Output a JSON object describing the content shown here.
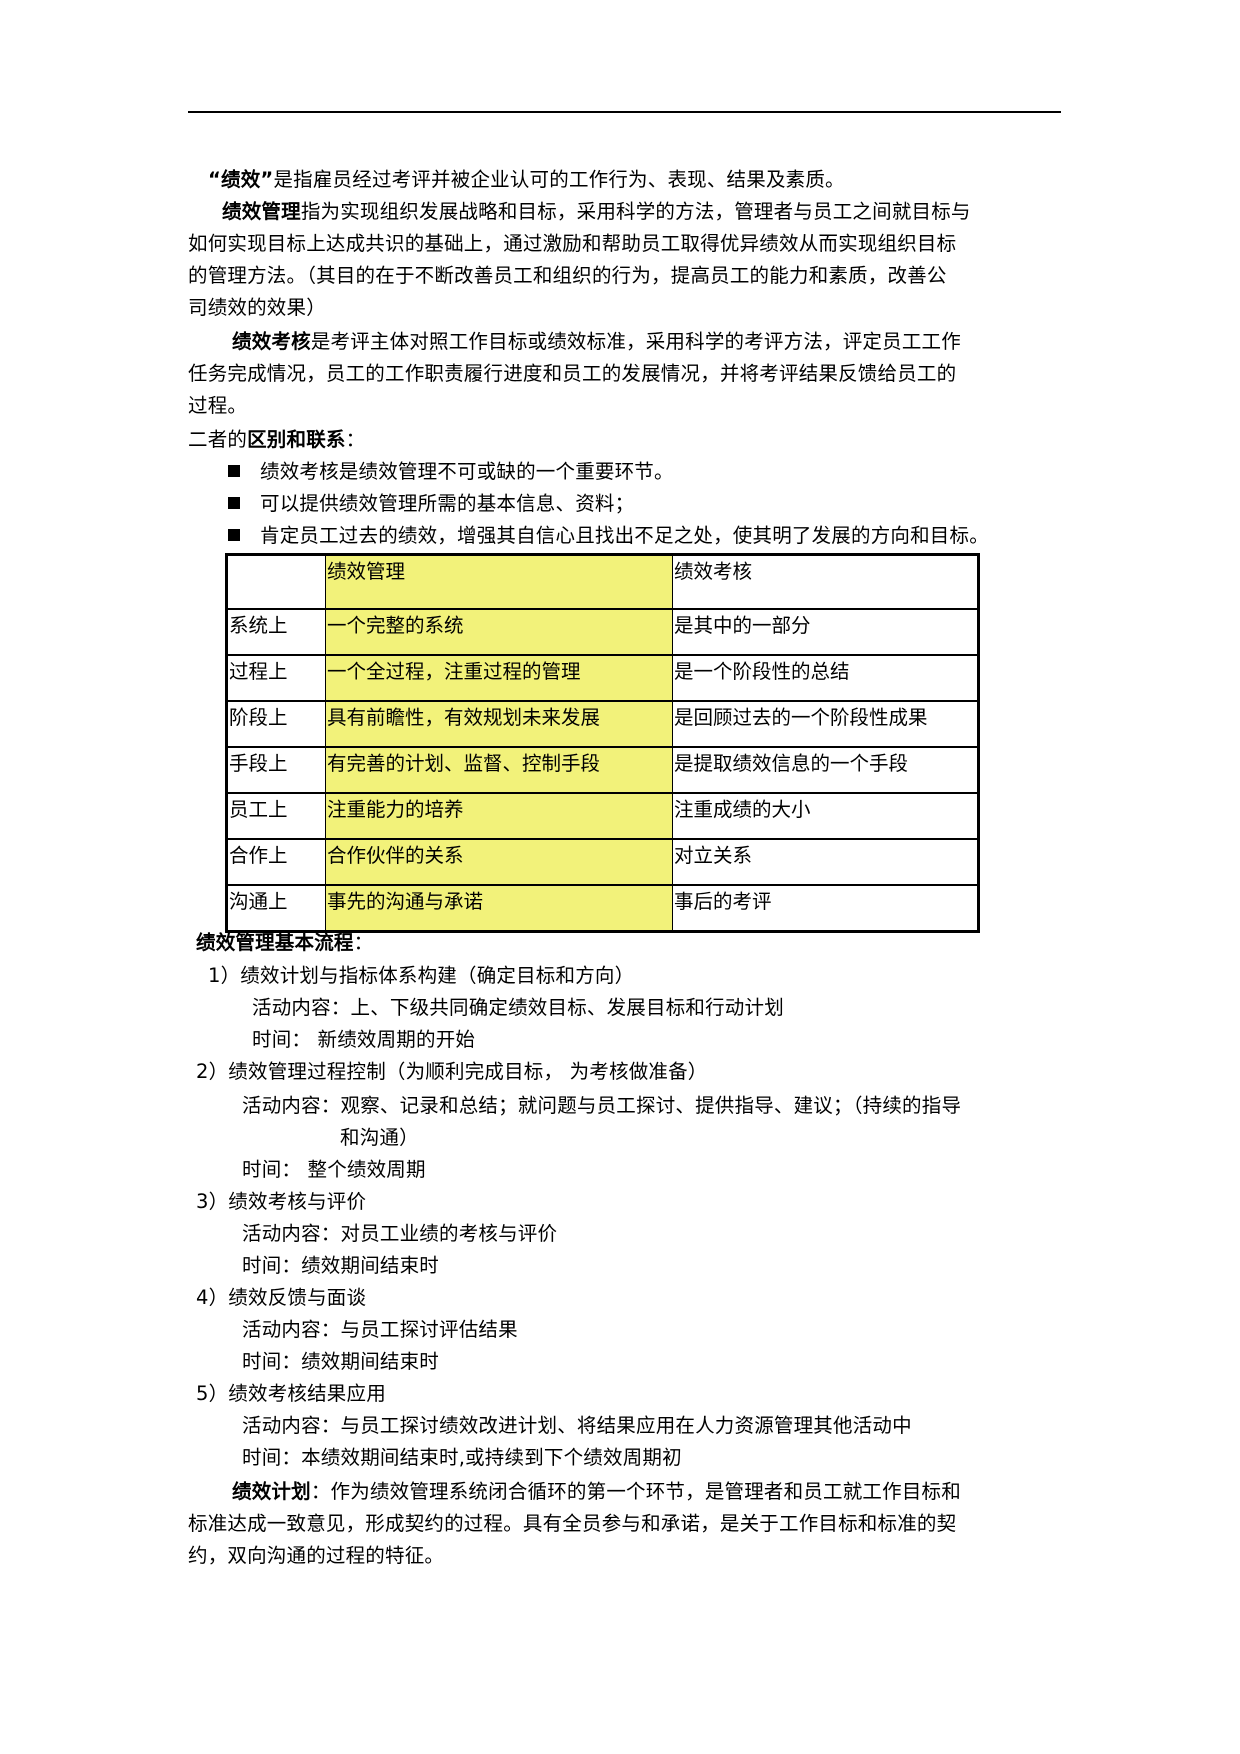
{
  "para1": {
    "term": "“绩效”",
    "text": "是指雇员经过考评并被企业认可的工作行为、表现、结果及素质。"
  },
  "para2": {
    "term": "绩效管理",
    "lines": [
      "指为实现组织发展战略和目标，采用科学的方法，管理者与员工之间就目标与",
      "如何实现目标上达成共识的基础上，通过激励和帮助员工取得优异绩效从而实现组织目标",
      "的管理方法。（其目的在于不断改善员工和组织的行为，提高员工的能力和素质，改善公",
      "司绩效的效果）"
    ]
  },
  "para3": {
    "term": "绩效考核",
    "lines": [
      "是考评主体对照工作目标或绩效标准，采用科学的考评方法，评定员工工作",
      "任务完成情况，员工的工作职责履行进度和员工的发展情况，并将考评结果反馈给员工的",
      "过程。"
    ]
  },
  "relation": {
    "prefix": "二者的",
    "term": "区别和联系",
    "suffix": "：",
    "bullets": [
      "绩效考核是绩效管理不可或缺的一个重要环节。",
      "可以提供绩效管理所需的基本信息、资料；",
      "肯定员工过去的绩效，增强其自信心且找出不足之处，使其明了发展的方向和目标。"
    ]
  },
  "table": {
    "header": [
      "",
      "绩效管理",
      "绩效考核"
    ],
    "rows": [
      [
        "系统上",
        "一个完整的系统",
        "是其中的一部分"
      ],
      [
        "过程上",
        "一个全过程，注重过程的管理",
        "是一个阶段性的总结"
      ],
      [
        "阶段上",
        "具有前瞻性，有效规划未来发展",
        "是回顾过去的一个阶段性成果"
      ],
      [
        "手段上",
        "有完善的计划、监督、控制手段",
        "是提取绩效信息的一个手段"
      ],
      [
        "员工上",
        "注重能力的培养",
        "注重成绩的大小"
      ],
      [
        "合作上",
        "合作伙伴的关系",
        "对立关系"
      ],
      [
        "沟通上",
        "事先的沟通与承诺",
        "事后的考评"
      ]
    ],
    "highlight_color": "#f2f27a"
  },
  "process": {
    "title": "绩效管理基本流程",
    "title_suffix": "：",
    "steps": [
      {
        "title": "1）绩效计划与指标体系构建（确定目标和方向）",
        "activity": "活动内容：上、下级共同确定绩效目标、发展目标和行动计划",
        "time": "时间： 新绩效周期的开始"
      },
      {
        "title": "2）绩效管理过程控制（为顺利完成目标， 为考核做准备）",
        "activity": "活动内容：观察、记录和总结；就问题与员工探讨、提供指导、建议；（持续的指导",
        "activity_cont": "和沟通）",
        "time": "时间： 整个绩效周期"
      },
      {
        "title": "3）绩效考核与评价",
        "activity": "活动内容：对员工业绩的考核与评价",
        "time": "时间：绩效期间结束时"
      },
      {
        "title": "4）绩效反馈与面谈",
        "activity": "活动内容：与员工探讨评估结果",
        "time": "时间：绩效期间结束时"
      },
      {
        "title": "5）绩效考核结果应用",
        "activity": "活动内容：与员工探讨绩效改进计划、将结果应用在人力资源管理其他活动中",
        "time": "时间：本绩效期间结束时,或持续到下个绩效周期初"
      }
    ]
  },
  "plan": {
    "term": "绩效计划",
    "lines": [
      "：作为绩效管理系统闭合循环的第一个环节，是管理者和员工就工作目标和",
      "标准达成一致意见，形成契约的过程。具有全员参与和承诺，是关于工作目标和标准的契",
      "约，双向沟通的过程的特征。"
    ]
  }
}
